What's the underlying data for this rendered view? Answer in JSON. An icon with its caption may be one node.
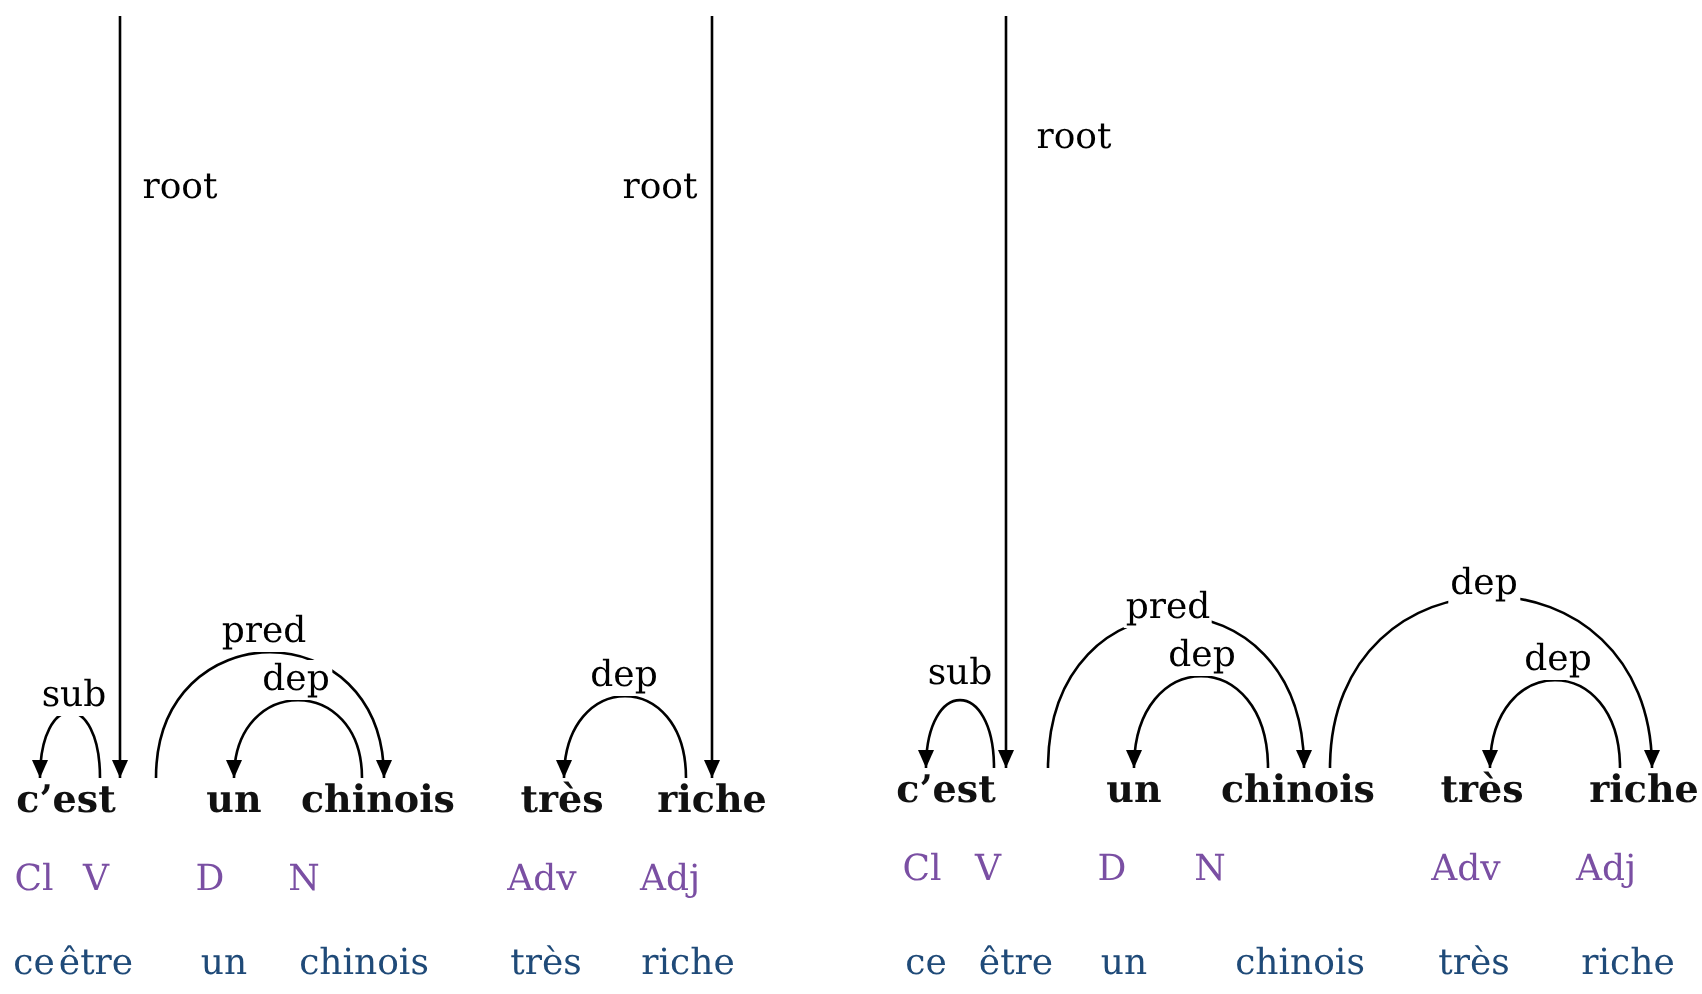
{
  "diagram": {
    "nodes": [
      {
        "text": [
          "c’est"
        ]
      },
      {
        "text": [
          "un"
        ]
      },
      {
        "text": [
          "chinois"
        ]
      },
      {
        "text": [
          "très"
        ]
      },
      {
        "text": [
          "riche"
        ]
      },
      {
        "text": [
          "c’est"
        ]
      },
      {
        "text": [
          "un"
        ]
      },
      {
        "text": [
          "chinois"
        ]
      },
      {
        "text": [
          "très"
        ]
      },
      {
        "text": [
          "riche"
        ]
      }
    ],
    "edges": [
      {
        "from": null,
        "to": 0,
        "arrow": "to",
        "label": "root"
      },
      {
        "from": 0,
        "to": 0,
        "arrow": "to",
        "label": "sub"
      },
      {
        "from": 0,
        "to": 2,
        "arrow": "to",
        "label": "pred"
      },
      {
        "from": 2,
        "to": 1,
        "arrow": "to",
        "label": "dep"
      },
      {
        "from": null,
        "to": 4,
        "arrow": "to",
        "label": "root"
      },
      {
        "from": 4,
        "to": 3,
        "arrow": "to",
        "label": "dep"
      },
      {
        "from": null,
        "to": 5,
        "arrow": "to",
        "label": "root"
      },
      {
        "from": 5,
        "to": 5,
        "arrow": "to",
        "label": "sub"
      },
      {
        "from": 5,
        "to": 7,
        "arrow": "to",
        "label": "pred"
      },
      {
        "from": 7,
        "to": 6,
        "arrow": "to",
        "label": "dep"
      },
      {
        "from": 7,
        "to": 9,
        "arrow": "to",
        "label": "dep"
      },
      {
        "from": 9,
        "to": 8,
        "arrow": "to",
        "label": "dep"
      }
    ],
    "labels": [
      "Cl",
      "V",
      "D",
      "N",
      "Adv",
      "Adj",
      "Cl",
      "V",
      "D",
      "N",
      "Adv",
      "Adj",
      "ce",
      "être",
      "un",
      "chinois",
      "très",
      "riche",
      "ce",
      "être",
      "un",
      "chinois",
      "très",
      "riche"
    ]
  }
}
